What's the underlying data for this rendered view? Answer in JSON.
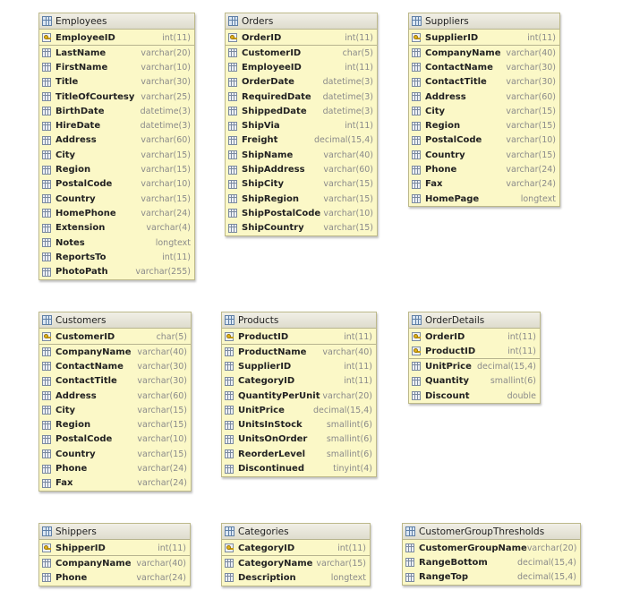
{
  "tables": [
    {
      "name": "Employees",
      "columns": [
        {
          "name": "EmployeeID",
          "type": "int(11)",
          "pk": true
        },
        {
          "name": "LastName",
          "type": "varchar(20)"
        },
        {
          "name": "FirstName",
          "type": "varchar(10)"
        },
        {
          "name": "Title",
          "type": "varchar(30)"
        },
        {
          "name": "TitleOfCourtesy",
          "type": "varchar(25)"
        },
        {
          "name": "BirthDate",
          "type": "datetime(3)"
        },
        {
          "name": "HireDate",
          "type": "datetime(3)"
        },
        {
          "name": "Address",
          "type": "varchar(60)"
        },
        {
          "name": "City",
          "type": "varchar(15)"
        },
        {
          "name": "Region",
          "type": "varchar(15)"
        },
        {
          "name": "PostalCode",
          "type": "varchar(10)"
        },
        {
          "name": "Country",
          "type": "varchar(15)"
        },
        {
          "name": "HomePhone",
          "type": "varchar(24)"
        },
        {
          "name": "Extension",
          "type": "varchar(4)"
        },
        {
          "name": "Notes",
          "type": "longtext"
        },
        {
          "name": "ReportsTo",
          "type": "int(11)"
        },
        {
          "name": "PhotoPath",
          "type": "varchar(255)"
        }
      ]
    },
    {
      "name": "Orders",
      "columns": [
        {
          "name": "OrderID",
          "type": "int(11)",
          "pk": true
        },
        {
          "name": "CustomerID",
          "type": "char(5)"
        },
        {
          "name": "EmployeeID",
          "type": "int(11)"
        },
        {
          "name": "OrderDate",
          "type": "datetime(3)"
        },
        {
          "name": "RequiredDate",
          "type": "datetime(3)"
        },
        {
          "name": "ShippedDate",
          "type": "datetime(3)"
        },
        {
          "name": "ShipVia",
          "type": "int(11)"
        },
        {
          "name": "Freight",
          "type": "decimal(15,4)"
        },
        {
          "name": "ShipName",
          "type": "varchar(40)"
        },
        {
          "name": "ShipAddress",
          "type": "varchar(60)"
        },
        {
          "name": "ShipCity",
          "type": "varchar(15)"
        },
        {
          "name": "ShipRegion",
          "type": "varchar(15)"
        },
        {
          "name": "ShipPostalCode",
          "type": "varchar(10)"
        },
        {
          "name": "ShipCountry",
          "type": "varchar(15)"
        }
      ]
    },
    {
      "name": "Suppliers",
      "columns": [
        {
          "name": "SupplierID",
          "type": "int(11)",
          "pk": true
        },
        {
          "name": "CompanyName",
          "type": "varchar(40)"
        },
        {
          "name": "ContactName",
          "type": "varchar(30)"
        },
        {
          "name": "ContactTitle",
          "type": "varchar(30)"
        },
        {
          "name": "Address",
          "type": "varchar(60)"
        },
        {
          "name": "City",
          "type": "varchar(15)"
        },
        {
          "name": "Region",
          "type": "varchar(15)"
        },
        {
          "name": "PostalCode",
          "type": "varchar(10)"
        },
        {
          "name": "Country",
          "type": "varchar(15)"
        },
        {
          "name": "Phone",
          "type": "varchar(24)"
        },
        {
          "name": "Fax",
          "type": "varchar(24)"
        },
        {
          "name": "HomePage",
          "type": "longtext"
        }
      ]
    },
    {
      "name": "Customers",
      "columns": [
        {
          "name": "CustomerID",
          "type": "char(5)",
          "pk": true
        },
        {
          "name": "CompanyName",
          "type": "varchar(40)"
        },
        {
          "name": "ContactName",
          "type": "varchar(30)"
        },
        {
          "name": "ContactTitle",
          "type": "varchar(30)"
        },
        {
          "name": "Address",
          "type": "varchar(60)"
        },
        {
          "name": "City",
          "type": "varchar(15)"
        },
        {
          "name": "Region",
          "type": "varchar(15)"
        },
        {
          "name": "PostalCode",
          "type": "varchar(10)"
        },
        {
          "name": "Country",
          "type": "varchar(15)"
        },
        {
          "name": "Phone",
          "type": "varchar(24)"
        },
        {
          "name": "Fax",
          "type": "varchar(24)"
        }
      ]
    },
    {
      "name": "Products",
      "columns": [
        {
          "name": "ProductID",
          "type": "int(11)",
          "pk": true
        },
        {
          "name": "ProductName",
          "type": "varchar(40)"
        },
        {
          "name": "SupplierID",
          "type": "int(11)"
        },
        {
          "name": "CategoryID",
          "type": "int(11)"
        },
        {
          "name": "QuantityPerUnit",
          "type": "varchar(20)"
        },
        {
          "name": "UnitPrice",
          "type": "decimal(15,4)"
        },
        {
          "name": "UnitsInStock",
          "type": "smallint(6)"
        },
        {
          "name": "UnitsOnOrder",
          "type": "smallint(6)"
        },
        {
          "name": "ReorderLevel",
          "type": "smallint(6)"
        },
        {
          "name": "Discontinued",
          "type": "tinyint(4)"
        }
      ]
    },
    {
      "name": "OrderDetails",
      "columns": [
        {
          "name": "OrderID",
          "type": "int(11)",
          "pk": true
        },
        {
          "name": "ProductID",
          "type": "int(11)",
          "pk": true
        },
        {
          "name": "UnitPrice",
          "type": "decimal(15,4)"
        },
        {
          "name": "Quantity",
          "type": "smallint(6)"
        },
        {
          "name": "Discount",
          "type": "double"
        }
      ]
    },
    {
      "name": "Shippers",
      "columns": [
        {
          "name": "ShipperID",
          "type": "int(11)",
          "pk": true
        },
        {
          "name": "CompanyName",
          "type": "varchar(40)"
        },
        {
          "name": "Phone",
          "type": "varchar(24)"
        }
      ]
    },
    {
      "name": "Categories",
      "columns": [
        {
          "name": "CategoryID",
          "type": "int(11)",
          "pk": true
        },
        {
          "name": "CategoryName",
          "type": "varchar(15)"
        },
        {
          "name": "Description",
          "type": "longtext"
        }
      ]
    },
    {
      "name": "CustomerGroupThresholds",
      "columns": [
        {
          "name": "CustomerGroupName",
          "type": "varchar(20)"
        },
        {
          "name": "RangeBottom",
          "type": "decimal(15,4)"
        },
        {
          "name": "RangeTop",
          "type": "decimal(15,4)"
        }
      ]
    }
  ]
}
